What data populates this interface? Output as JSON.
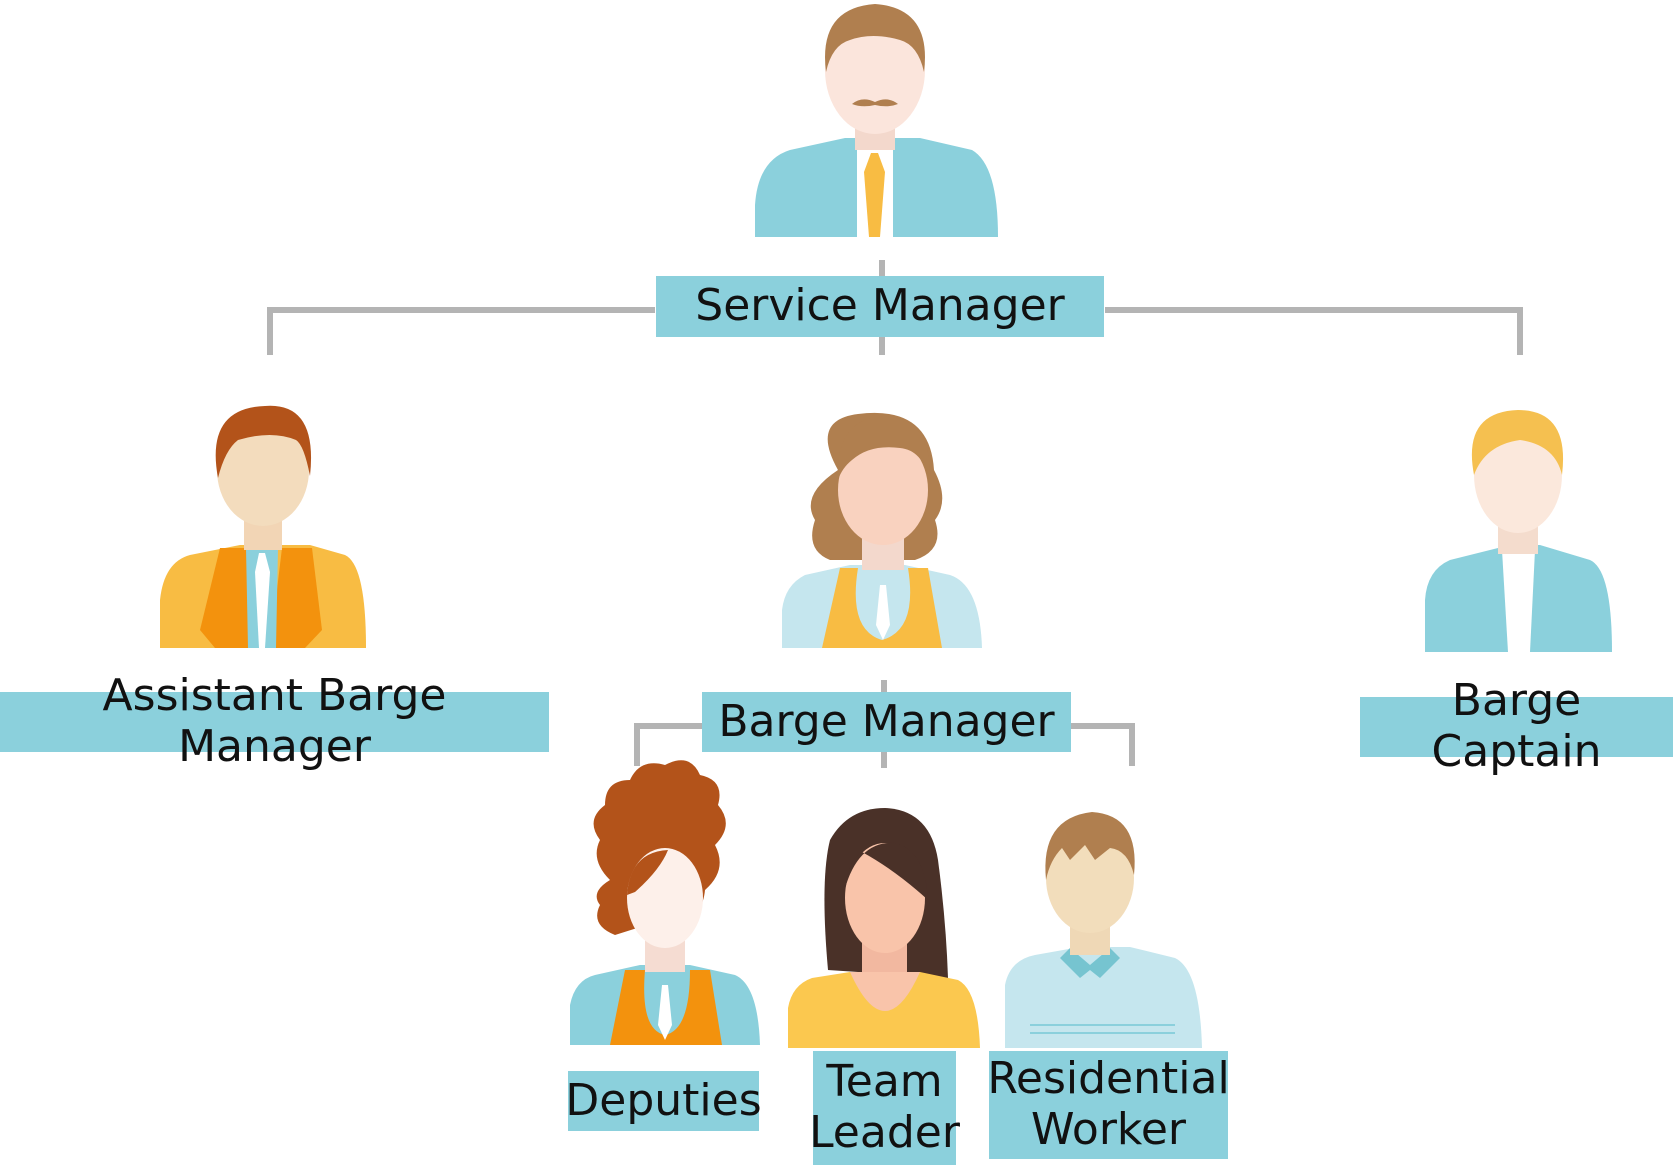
{
  "nodes": {
    "service_manager": {
      "label": "Service Manager"
    },
    "assistant_barge_manager": {
      "label": "Assistant Barge Manager"
    },
    "barge_manager": {
      "label": "Barge Manager"
    },
    "barge_captain": {
      "label": "Barge Captain"
    },
    "deputies": {
      "label": "Deputies"
    },
    "team_leader": {
      "label_line1": "Team",
      "label_line2": "Leader"
    },
    "residential_worker": {
      "label_line1": "Residential",
      "label_line2": "Worker"
    }
  },
  "colors": {
    "label_bg": "#8bd0dc",
    "connector": "#b4b4b4",
    "light_blue": "#8bd0dc",
    "pale_blue": "#c5e6ee",
    "orange": "#f3920d",
    "yellow": "#f8bc43",
    "hair_brown": "#b07f4f",
    "hair_rust": "#b3531a",
    "hair_dark": "#4a3128",
    "hair_blond": "#f5c050",
    "skin": "#f7e0d2"
  }
}
